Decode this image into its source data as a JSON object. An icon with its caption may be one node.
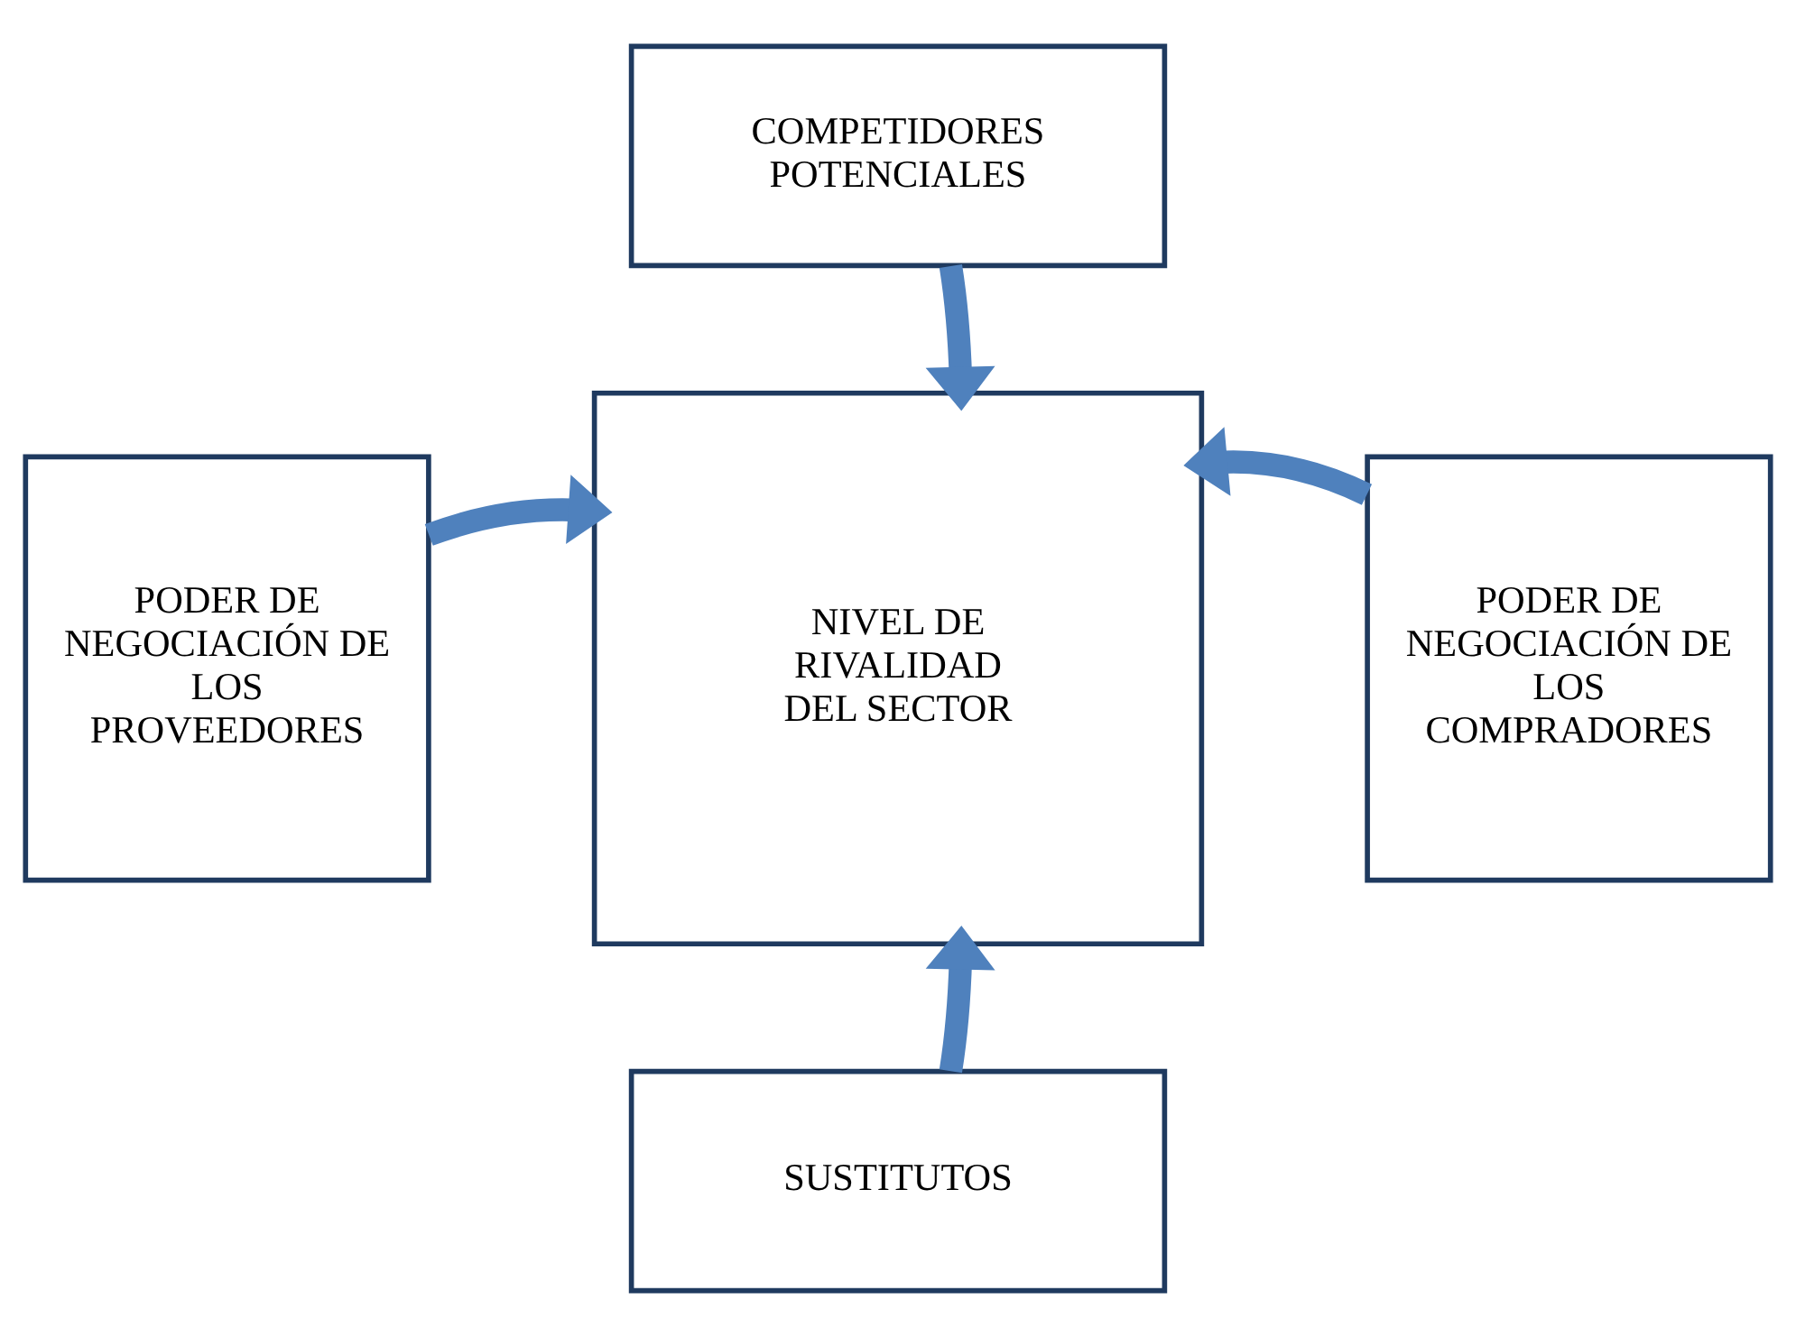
{
  "diagram": {
    "nodes": [
      {
        "text": [
          "COMPETIDORES POTENCIALES"
        ]
      },
      {
        "text": [
          "PODER DE NEGOCIACIÓN DE LOS PROVEEDORES"
        ]
      },
      {
        "text": [
          "NIVEL DE RIVALIDAD DEL SECTOR"
        ]
      },
      {
        "text": [
          "PODER DE NEGOCIACIÓN DE LOS COMPRADORES"
        ]
      },
      {
        "text": [
          "SUSTITUTOS"
        ]
      }
    ],
    "edges": [
      {
        "from": 0,
        "to": 2,
        "arrow": "to"
      },
      {
        "from": 1,
        "to": 2,
        "arrow": "to"
      },
      {
        "from": 3,
        "to": 2,
        "arrow": "to"
      },
      {
        "from": 4,
        "to": 2,
        "arrow": "to"
      }
    ]
  }
}
